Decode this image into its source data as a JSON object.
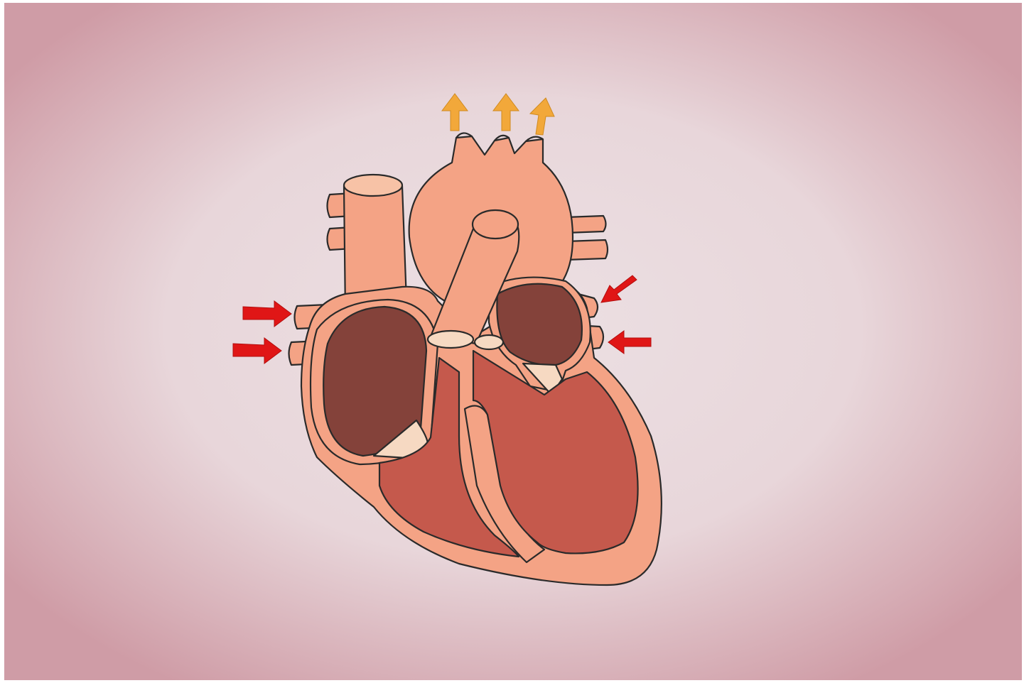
{
  "figure": {
    "subject": "heart-cross-section",
    "colors": {
      "background_center": "#ece0e3",
      "background_edge": "#cf9ca6",
      "tissue": "#f4a385",
      "tissue_light": "#f7c2a6",
      "ventricle_cavity": "#c5594c",
      "atrium_cavity": "#84423a",
      "valve_membrane": "#f6d9c2",
      "outline": "#2a2a2a",
      "inflow_arrow": "#e01616",
      "outflow_arrow": "#f2a83a"
    },
    "arrows": {
      "inflow_count": 4,
      "outflow_count": 3
    }
  }
}
